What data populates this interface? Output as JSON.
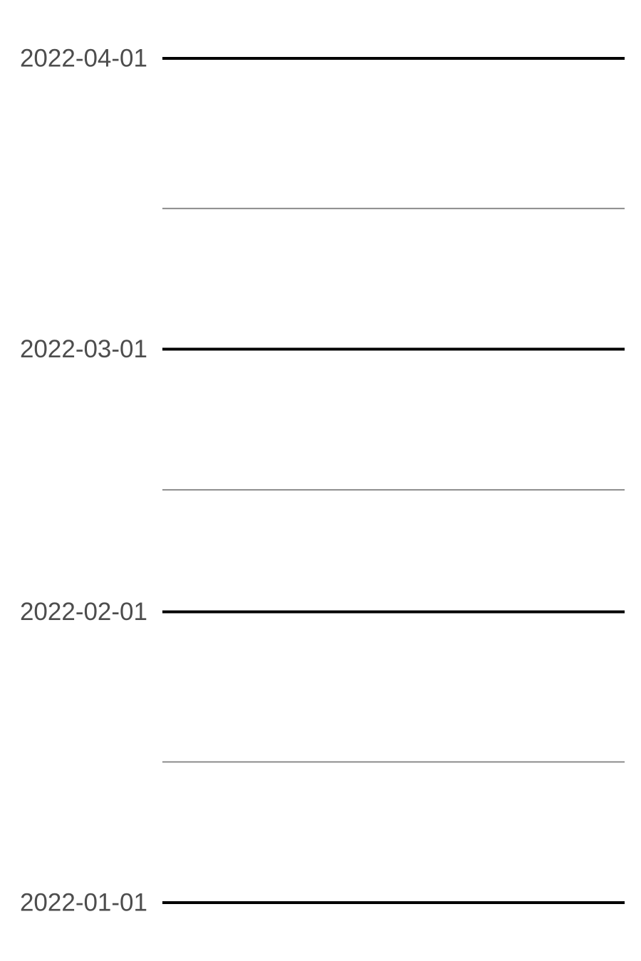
{
  "chart_data": {
    "type": "line",
    "title": "",
    "xlabel": "",
    "ylabel": "",
    "y_axis_type": "date",
    "ylim": [
      "2022-01-01",
      "2022-04-01"
    ],
    "y_ticks_major": [
      "2022-01-01",
      "2022-02-01",
      "2022-03-01",
      "2022-04-01"
    ],
    "y_ticks_minor": [
      "2022-01-16",
      "2022-02-14",
      "2022-03-16"
    ],
    "grid": true,
    "series": [],
    "colors": {
      "major_grid": "#000000",
      "minor_grid": "#8c8c8c",
      "tick_label": "#4d4d4d",
      "background": "#ffffff"
    }
  }
}
